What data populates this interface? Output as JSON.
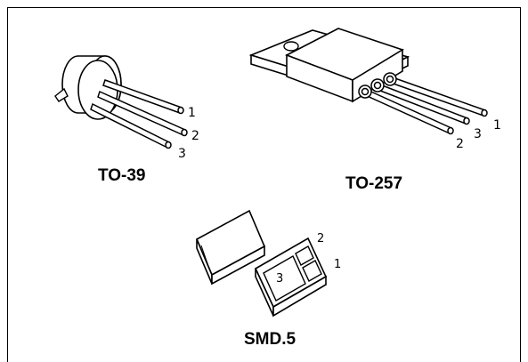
{
  "packages": {
    "to39": {
      "label": "TO-39",
      "pins": [
        "1",
        "2",
        "3"
      ]
    },
    "to257": {
      "label": "TO-257",
      "pins": [
        "1",
        "2",
        "3"
      ]
    },
    "smd5": {
      "label": "SMD.5",
      "pads": [
        "1",
        "2",
        "3"
      ]
    }
  }
}
